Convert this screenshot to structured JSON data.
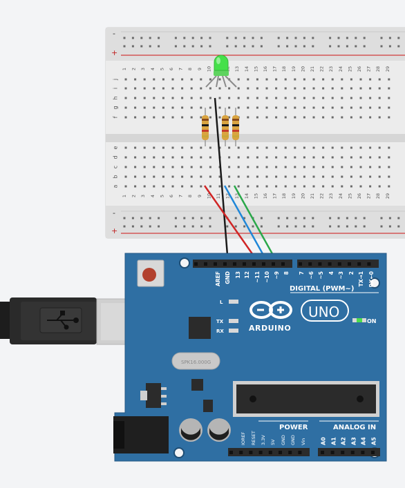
{
  "breadboard": {
    "rail_minus": "-",
    "rail_plus": "+",
    "columns": [
      "1",
      "2",
      "3",
      "4",
      "5",
      "6",
      "7",
      "8",
      "9",
      "10",
      "11",
      "12",
      "13",
      "14",
      "15",
      "16",
      "17",
      "18",
      "19",
      "20",
      "21",
      "22",
      "23",
      "24",
      "25",
      "26",
      "27",
      "28",
      "29"
    ],
    "rows_top": [
      "j",
      "i",
      "h",
      "g",
      "f"
    ],
    "rows_bottom": [
      "e",
      "d",
      "c",
      "b",
      "a"
    ]
  },
  "components": {
    "led": "RGB LED",
    "resistors": 3
  },
  "wires": [
    {
      "color": "#1a1a1a",
      "from": "GND",
      "to": "breadboard-col-11"
    },
    {
      "color": "#d02525",
      "from": "~11",
      "to": "breadboard-col-9"
    },
    {
      "color": "#1f87d8",
      "from": "~10",
      "to": "breadboard-col-12"
    },
    {
      "color": "#2aa84a",
      "from": "~9",
      "to": "breadboard-col-13"
    }
  ],
  "arduino": {
    "brand": "ARDUINO",
    "model": "UNO",
    "on_label": "ON",
    "led_labels": {
      "l": "L",
      "tx": "TX",
      "rx": "RX"
    },
    "crystal_label": "SPK16.000G",
    "digital_title": "DIGITAL (PWM~)",
    "digital_pins": [
      "AREF",
      "GND",
      "13",
      "12",
      "~11",
      "~10",
      "~9",
      "8",
      "7",
      "~6",
      "~5",
      "4",
      "~3",
      "2",
      "TX→1",
      "RX←0"
    ],
    "power_title": "POWER",
    "power_pins": [
      "IOREF",
      "RESET",
      "3.3V",
      "5V",
      "GND",
      "GND",
      "Vin"
    ],
    "analog_title": "ANALOG IN",
    "analog_pins": [
      "A0",
      "A1",
      "A2",
      "A3",
      "A4",
      "A5"
    ]
  },
  "colors": {
    "board": "#2f6fa3",
    "breadboard": "#e9e9e9",
    "rail_red": "#d23b3b",
    "resistor": "#d9a441"
  }
}
